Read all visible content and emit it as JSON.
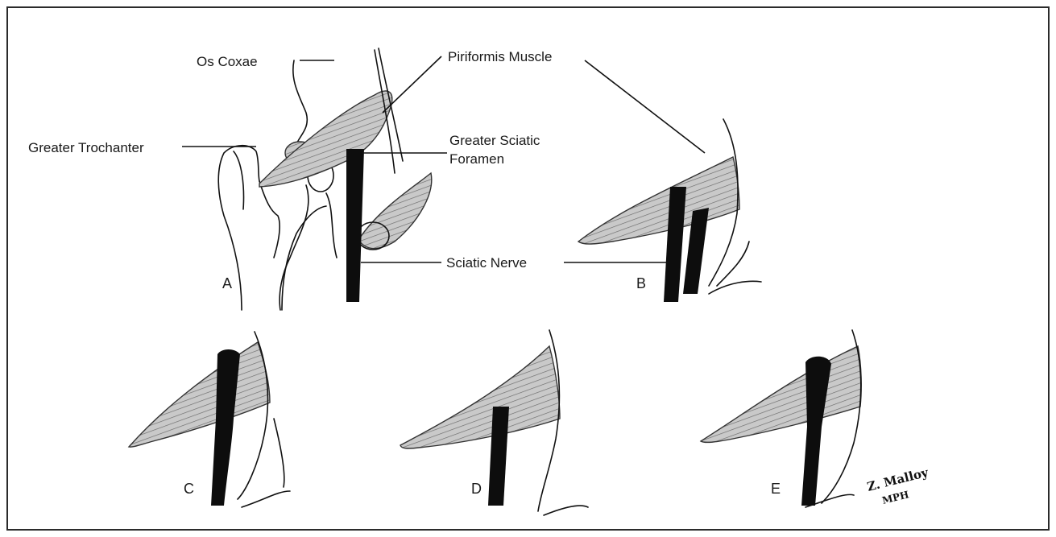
{
  "labels": {
    "os_coxae": "Os Coxae",
    "piriformis_muscle": "Piriformis Muscle",
    "greater_trochanter": "Greater Trochanter",
    "greater_sciatic_line1": "Greater Sciatic",
    "greater_sciatic_line2": "Foramen",
    "sciatic_nerve": "Sciatic Nerve"
  },
  "panels": {
    "a": "A",
    "b": "B",
    "c": "C",
    "d": "D",
    "e": "E"
  },
  "signature": {
    "line1": "Z. Malloy",
    "line2": "MPH"
  },
  "colors": {
    "frame": "#2b2b2b",
    "ink": "#111111",
    "muscle_fill": "#bdbdbd"
  }
}
